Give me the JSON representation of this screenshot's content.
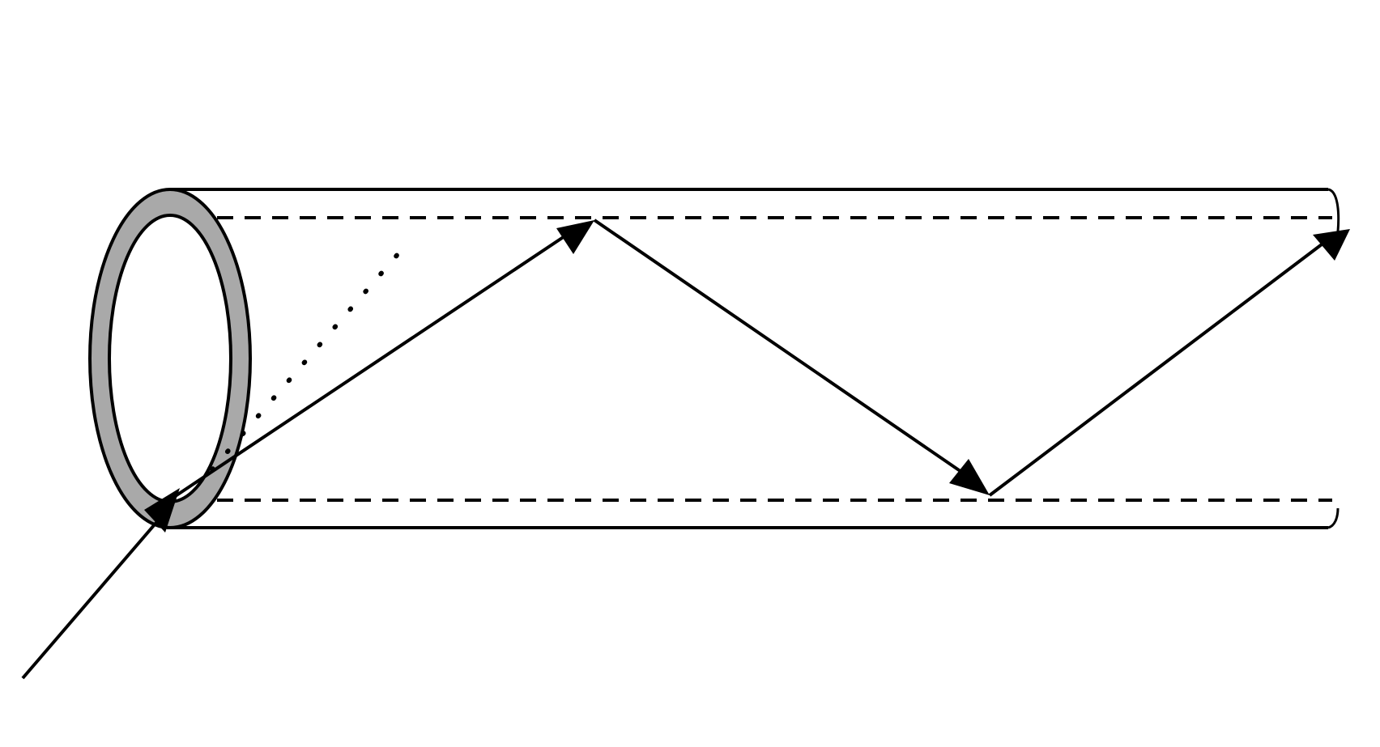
{
  "diagram": {
    "kind": "optical-fiber-total-internal-reflection",
    "colors": {
      "background": "#ffffff",
      "line": "#000000",
      "cladding_fill": "#a9a9a9",
      "core_fill": "#ffffff"
    },
    "components": {
      "fiber_outer_boundary": "solid-lines",
      "core_boundary": "dashed-lines",
      "end_face": "annular-ring",
      "ray_path": "solid-arrows",
      "guide_line": "dotted-line"
    },
    "ray_reflections": 2,
    "ray_segments": 4
  }
}
